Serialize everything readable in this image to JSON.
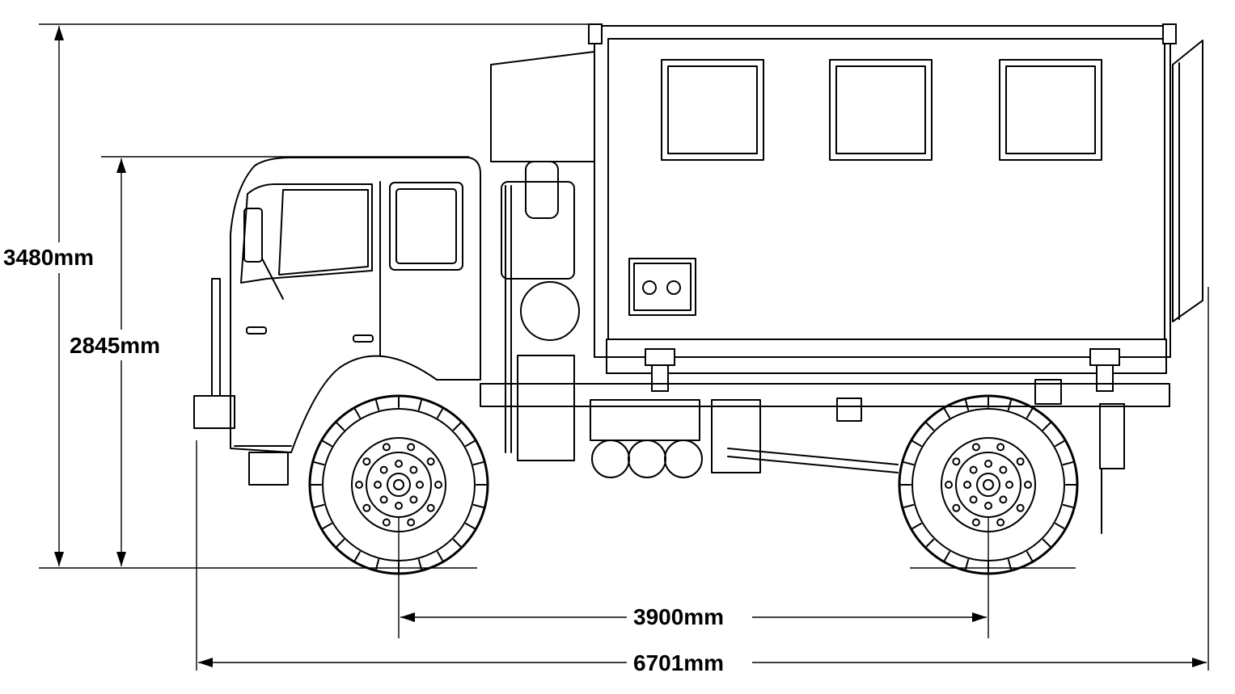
{
  "dimensions": {
    "overall_height": "3480mm",
    "cab_height": "2845mm",
    "wheelbase": "3900mm",
    "overall_length": "6701mm"
  }
}
